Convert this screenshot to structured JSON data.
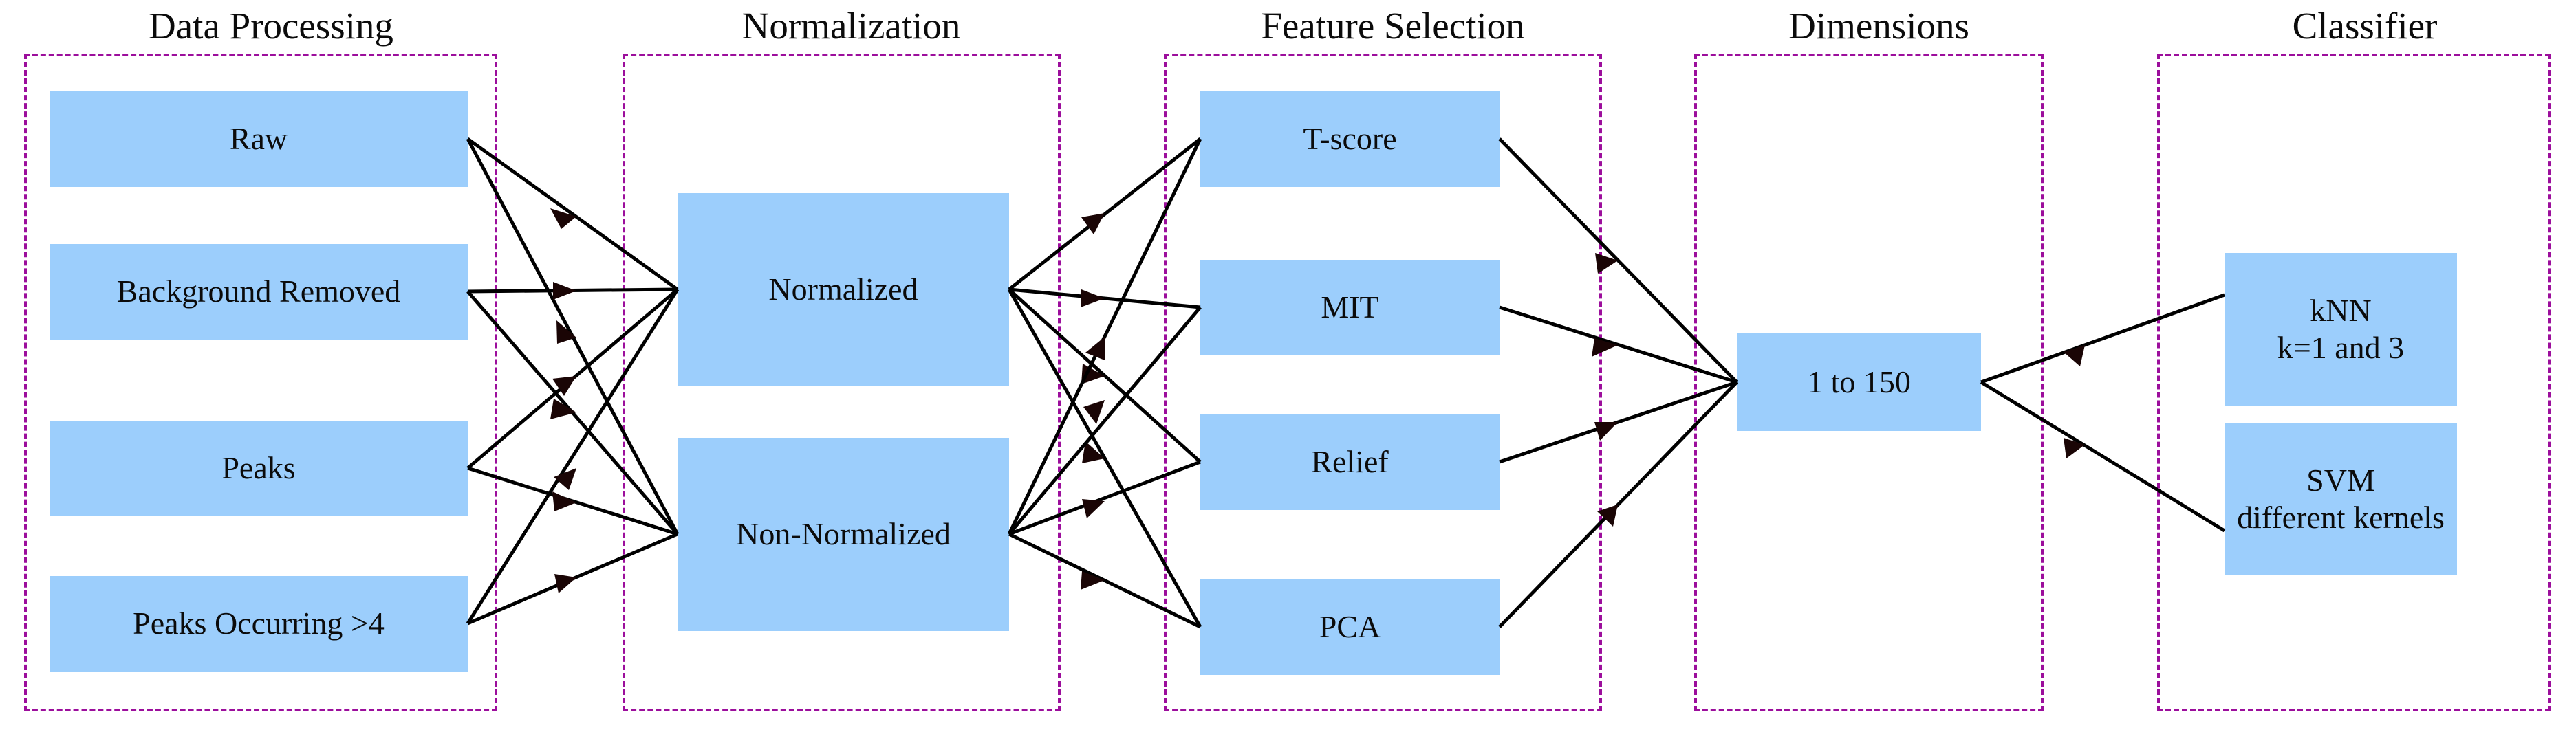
{
  "diagram": {
    "title_font_color": "#0b0b0b",
    "node_fill": "#9ccefc",
    "group_border_color": "#9c0e9c",
    "edge_color": "#000000",
    "groups": [
      {
        "id": "data-processing",
        "label": "Data Processing",
        "nodes": [
          {
            "id": "raw",
            "label": "Raw"
          },
          {
            "id": "background-removed",
            "label": "Background Removed"
          },
          {
            "id": "peaks",
            "label": "Peaks"
          },
          {
            "id": "peaks-occurring",
            "label": "Peaks Occurring >4"
          }
        ]
      },
      {
        "id": "normalization",
        "label": "Normalization",
        "nodes": [
          {
            "id": "normalized",
            "label": "Normalized"
          },
          {
            "id": "non-normalized",
            "label": "Non-Normalized"
          }
        ]
      },
      {
        "id": "feature-selection",
        "label": "Feature Selection",
        "nodes": [
          {
            "id": "t-score",
            "label": "T-score"
          },
          {
            "id": "mit",
            "label": "MIT"
          },
          {
            "id": "relief",
            "label": "Relief"
          },
          {
            "id": "pca",
            "label": "PCA"
          }
        ]
      },
      {
        "id": "dimensions",
        "label": "Dimensions",
        "nodes": [
          {
            "id": "one-to-150",
            "label": "1 to 150"
          }
        ]
      },
      {
        "id": "classifier",
        "label": "Classifier",
        "nodes": [
          {
            "id": "knn",
            "label_line1": "kNN",
            "label_line2": "k=1 and 3"
          },
          {
            "id": "svm",
            "label_line1": "SVM",
            "label_line2": "different kernels"
          }
        ]
      }
    ]
  }
}
